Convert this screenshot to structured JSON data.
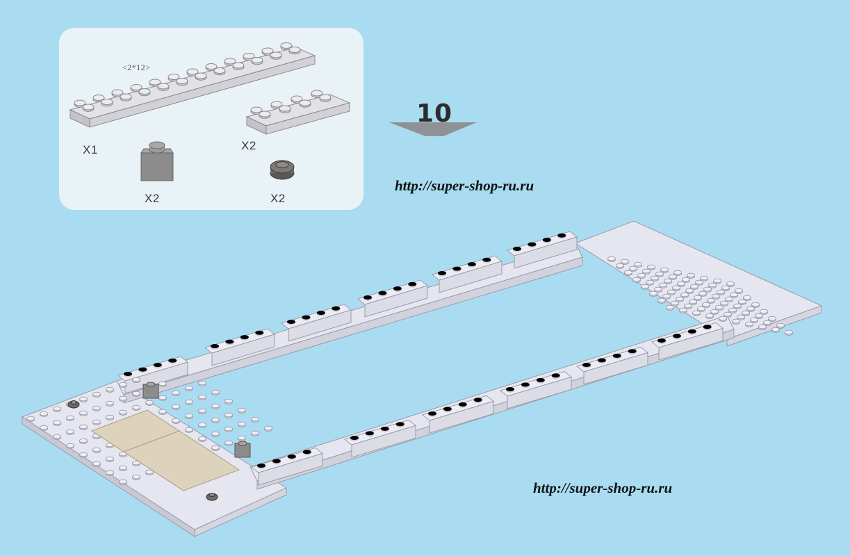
{
  "step": {
    "number": "10"
  },
  "parts_panel": {
    "plate_2x12": {
      "dimension_label": "<2*12>",
      "quantity": "X1"
    },
    "plate_2x4": {
      "quantity": "X2"
    },
    "brick_1x1": {
      "quantity": "X2"
    },
    "round_plate_1x1": {
      "quantity": "X2"
    }
  },
  "watermarks": {
    "top": "http://super-shop-ru.ru",
    "bottom": "http://super-shop-ru.ru"
  },
  "colors": {
    "background": "#a9dcf1",
    "panel": "#e9f3f7",
    "brick_light": "#e6e6f0",
    "brick_gray": "#8e8e8e",
    "tan_plate": "#ddd3bd"
  }
}
